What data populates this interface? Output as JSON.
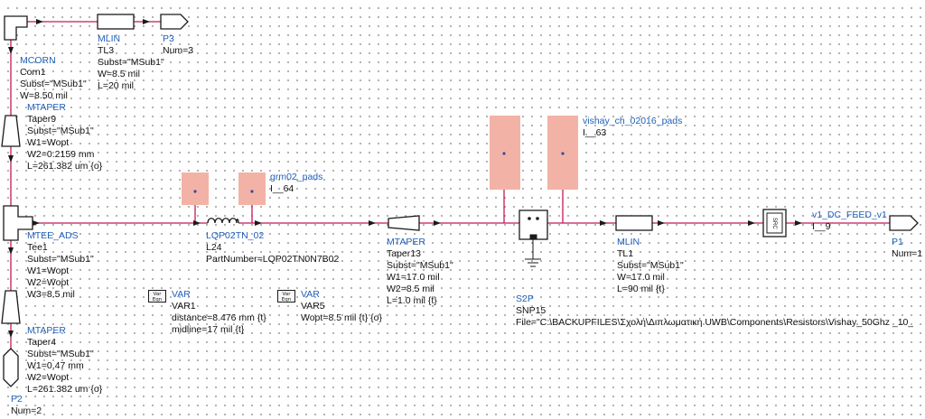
{
  "components": {
    "mlin_tl3": {
      "type": "MLIN",
      "name": "TL3",
      "subst": "Subst=\"MSub1\"",
      "w": "W=8.5 mil",
      "l": "L=20 mil"
    },
    "port_p3": {
      "name": "P3",
      "num": "Num=3"
    },
    "mcorn": {
      "type": "MCORN",
      "name": "Corn1",
      "subst": "Subst=\"MSub1\"",
      "w": "W=8.50 mil"
    },
    "taper9": {
      "type": "MTAPER",
      "name": "Taper9",
      "subst": "Subst=\"MSub1\"",
      "w1": "W1=Wopt",
      "w2": "W2=0.2159 mm",
      "l": "L=261.382 um {o}"
    },
    "tee1": {
      "type": "MTEE_ADS",
      "name": "Tee1",
      "subst": "Subst=\"MSub1\"",
      "w1": "W1=Wopt",
      "w2": "W2=Wopt",
      "w3": "W3=8.5 mil"
    },
    "taper4": {
      "type": "MTAPER",
      "name": "Taper4",
      "subst": "Subst=\"MSub1\"",
      "w1": "W1=0.47 mm",
      "w2": "W2=Wopt",
      "l": "L=261.382 um {o}"
    },
    "port_p2": {
      "name": "P2",
      "num": "Num=2"
    },
    "grm_pads": {
      "type": "grm02_pads",
      "name": "I__64"
    },
    "lqp": {
      "type": "LQP02TN_02",
      "name": "L24",
      "part": "PartNumber=LQP02TN0N7B02"
    },
    "var1": {
      "type": "VAR",
      "name": "VAR1",
      "distance": "distance=8.476 mm {t}",
      "midline": "midline=17 mil {t}"
    },
    "var5": {
      "type": "VAR",
      "name": "VAR5",
      "wopt": "Wopt=8.5 mil {t} {o}"
    },
    "taper13": {
      "type": "MTAPER",
      "name": "Taper13",
      "subst": "Subst=\"MSub1\"",
      "w1": "W1=17.0 mil",
      "w2": "W2=8.5 mil",
      "l": "L=1.0 mil {t}"
    },
    "vishay_pads": {
      "type": "vishay_ch_02016_pads",
      "name": "I__63"
    },
    "s2p": {
      "type": "S2P",
      "name": "SNP15",
      "file": "File=\"C:\\BACKUPFILES\\Σχολή\\Διπλωματική UWB\\Components\\Resistors\\Vishay_50Ghz _10_"
    },
    "mlin_tl1": {
      "type": "MLIN",
      "name": "TL1",
      "subst": "Subst=\"MSub1\"",
      "w": "W=17.0 mil",
      "l": "L=90 mil {t}"
    },
    "dc_feed": {
      "type": "v1_DC_FEED_v1",
      "name": "I__9"
    },
    "port_p1": {
      "name": "P1",
      "num": "Num=1"
    },
    "var_icon_text": [
      "Var",
      "Eqn"
    ],
    "src_icon_text": "SRC"
  }
}
